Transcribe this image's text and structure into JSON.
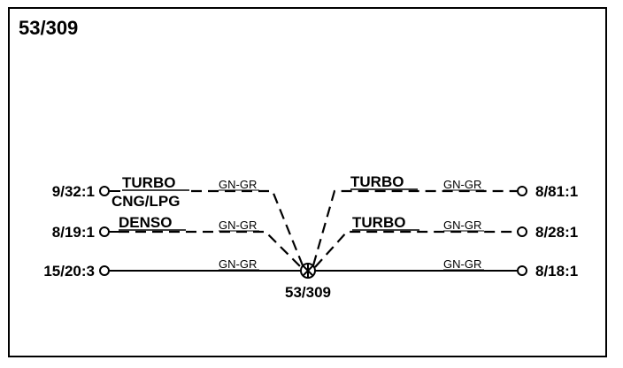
{
  "diagram": {
    "title": "53/309",
    "splice_label": "53/309",
    "connections": [
      {
        "terminal": "9/32:1",
        "conditions": [
          "TURBO",
          "CNG/LPG"
        ],
        "wire": "GN-GR"
      },
      {
        "terminal": "8/19:1",
        "conditions": [
          "DENSO"
        ],
        "wire": "GN-GR"
      },
      {
        "terminal": "15/20:3",
        "conditions": [],
        "wire": "GN-GR"
      },
      {
        "terminal": "8/81:1",
        "conditions": [
          "TURBO"
        ],
        "wire": "GN-GR"
      },
      {
        "terminal": "8/28:1",
        "conditions": [
          "TURBO"
        ],
        "wire": "GN-GR"
      },
      {
        "terminal": "8/18:1",
        "conditions": [],
        "wire": "GN-GR"
      }
    ]
  }
}
